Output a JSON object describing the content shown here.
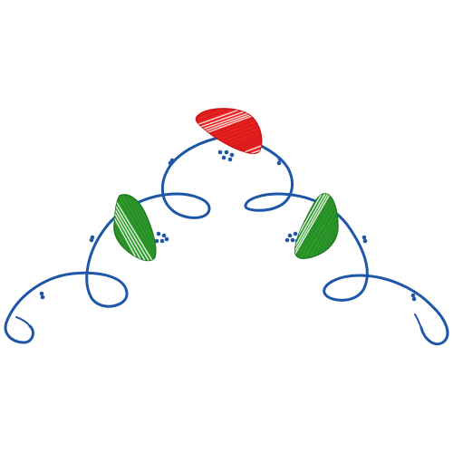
{
  "artwork": {
    "background_color": "#ffffff",
    "vine_color": "#1f57a8",
    "berry_color": "#1f57a8",
    "leaves": [
      {
        "name": "top-red-leaf",
        "color": "#e8231f",
        "outline_color": "#c8131a"
      },
      {
        "name": "left-green-leaf",
        "color": "#2f9a2c",
        "outline_color": "#1f7d22"
      },
      {
        "name": "right-green-leaf",
        "color": "#2f9a2c",
        "outline_color": "#1f7d22"
      }
    ]
  }
}
